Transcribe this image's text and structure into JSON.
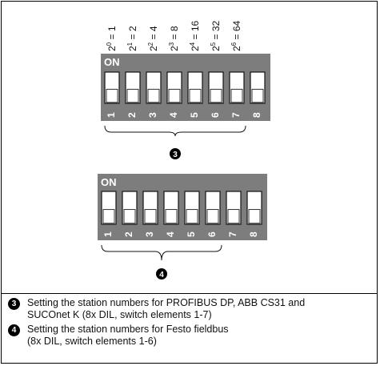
{
  "switch1": {
    "on_label": "ON",
    "numbers": [
      "1",
      "2",
      "3",
      "4",
      "5",
      "6",
      "7",
      "8"
    ],
    "powers": [
      {
        "base": "2",
        "exp": "0",
        "value": "= 1"
      },
      {
        "base": "2",
        "exp": "1",
        "value": "= 2"
      },
      {
        "base": "2",
        "exp": "2",
        "value": "= 4"
      },
      {
        "base": "2",
        "exp": "3",
        "value": "= 8"
      },
      {
        "base": "2",
        "exp": "4",
        "value": "= 16"
      },
      {
        "base": "2",
        "exp": "5",
        "value": "= 32"
      },
      {
        "base": "2",
        "exp": "6",
        "value": "= 64"
      }
    ],
    "marker": "3"
  },
  "switch2": {
    "on_label": "ON",
    "numbers": [
      "1",
      "2",
      "3",
      "4",
      "5",
      "6",
      "7",
      "8"
    ],
    "marker": "4"
  },
  "legend": [
    {
      "marker": "3",
      "lines": [
        "Setting the station numbers for PROFIBUS DP, ABB CS31 and",
        "SUCOnet K (8x DIL, switch elements 1-7)"
      ]
    },
    {
      "marker": "4",
      "lines": [
        "Setting the station numbers for Festo fieldbus",
        "(8x DIL, switch elements 1-6)"
      ]
    }
  ],
  "colors": {
    "housing": "#7d7d7d",
    "slot": "#ffffff",
    "toggle": "#ffffff"
  }
}
